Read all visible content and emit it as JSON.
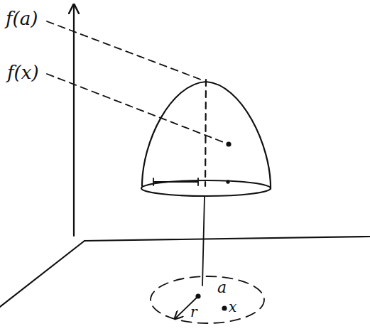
{
  "diagram": {
    "labels": [
      "f(a)",
      "f(x)",
      "a",
      "x",
      "r"
    ]
  }
}
